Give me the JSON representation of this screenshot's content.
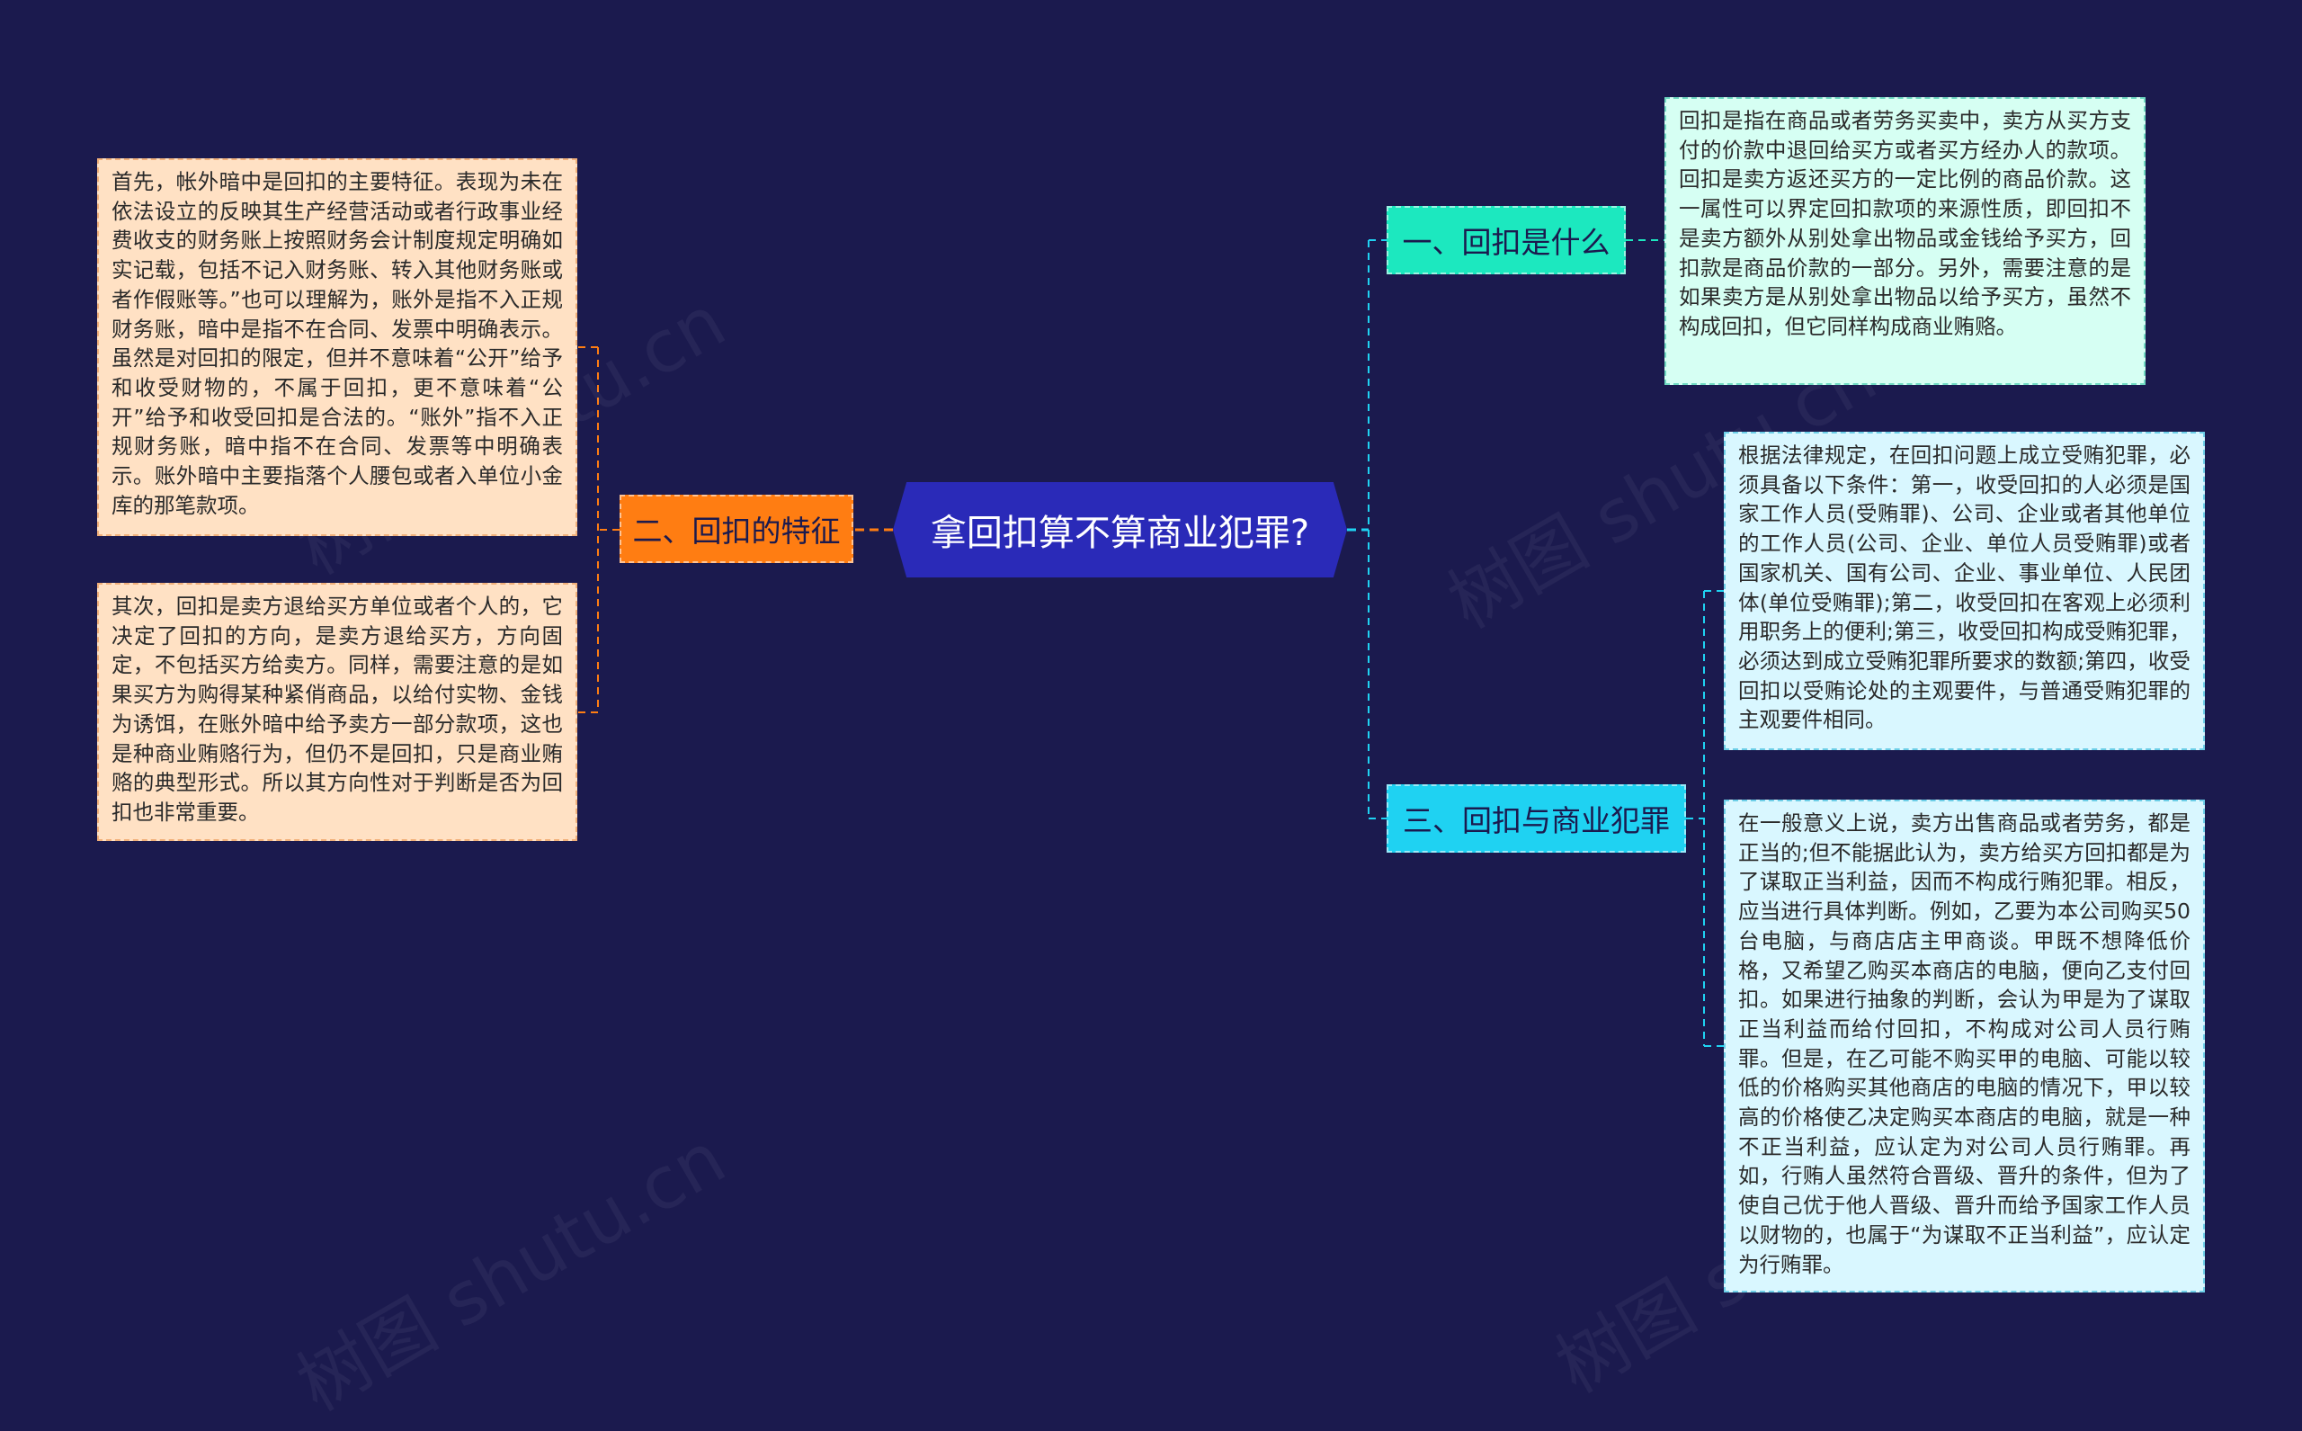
{
  "root": {
    "title": "拿回扣算不算商业犯罪?"
  },
  "branches": {
    "b1": "一、回扣是什么",
    "b2": "二、回扣的特征",
    "b3": "三、回扣与商业犯罪"
  },
  "leaves": {
    "leaf1": "首先，帐外暗中是回扣的主要特征。表现为未在依法设立的反映其生产经营活动或者行政事业经费收支的财务账上按照财务会计制度规定明确如实记载，包括不记入财务账、转入其他财务账或者作假账等。”也可以理解为，账外是指不入正规财务账，暗中是指不在合同、发票中明确表示。虽然是对回扣的限定，但并不意味着“公开”给予和收受财物的，不属于回扣，更不意味着“公开”给予和收受回扣是合法的。“账外”指不入正规财务账，暗中指不在合同、发票等中明确表示。账外暗中主要指落个人腰包或者入单位小金库的那笔款项。",
    "leaf2": "其次，回扣是卖方退给买方单位或者个人的，它决定了回扣的方向，是卖方退给买方，方向固定，不包括买方给卖方。同样，需要注意的是如果买方为购得某种紧俏商品，以给付实物、金钱为诱饵，在账外暗中给予卖方一部分款项，这也是种商业贿赂行为，但仍不是回扣，只是商业贿赂的典型形式。所以其方向性对于判断是否为回扣也非常重要。",
    "leaf3": "回扣是指在商品或者劳务买卖中，卖方从买方支付的价款中退回给买方或者买方经办人的款项。回扣是卖方返还买方的一定比例的商品价款。这一属性可以界定回扣款项的来源性质，即回扣不是卖方额外从别处拿出物品或金钱给予买方，回扣款是商品价款的一部分。另外，需要注意的是如果卖方是从别处拿出物品以给予买方，虽然不构成回扣，但它同样构成商业贿赂。",
    "leaf4": "根据法律规定，在回扣问题上成立受贿犯罪，必须具备以下条件：第一，收受回扣的人必须是国家工作人员(受贿罪)、公司、企业或者其他单位的工作人员(公司、企业、单位人员受贿罪)或者国家机关、国有公司、企业、事业单位、人民团体(单位受贿罪);第二，收受回扣在客观上必须利用职务上的便利;第三，收受回扣构成受贿犯罪，必须达到成立受贿犯罪所要求的数额;第四，收受回扣以受贿论处的主观要件，与普通受贿犯罪的主观要件相同。",
    "leaf5": "在一般意义上说，卖方出售商品或者劳务，都是正当的;但不能据此认为，卖方给买方回扣都是为了谋取正当利益，因而不构成行贿犯罪。相反，应当进行具体判断。例如，乙要为本公司购买50台电脑，与商店店主甲商谈。甲既不想降低价格，又希望乙购买本商店的电脑，便向乙支付回扣。如果进行抽象的判断，会认为甲是为了谋取正当利益而给付回扣，不构成对公司人员行贿罪。但是，在乙可能不购买甲的电脑、可能以较低的价格购买其他商店的电脑的情况下，甲以较高的价格使乙决定购买本商店的电脑，就是一种不正当利益，应认定为对公司人员行贿罪。再如，行贿人虽然符合晋级、晋升的条件，但为了使自己优于他人晋级、晋升而给予国家工作人员以财物的，也属于“为谋取不正当利益”，应认定为行贿罪。"
  },
  "watermark": "树图 shutu.cn",
  "colors": {
    "background": "#1b1a4e",
    "root": "#2a2ab8",
    "branch1": "#1ce8bf",
    "branch2": "#ff7d12",
    "branch3": "#1fd2f2",
    "leaf_orange": "#ffe1c4",
    "leaf_mint": "#d6fff3",
    "leaf_cyan": "#d9f7ff"
  }
}
